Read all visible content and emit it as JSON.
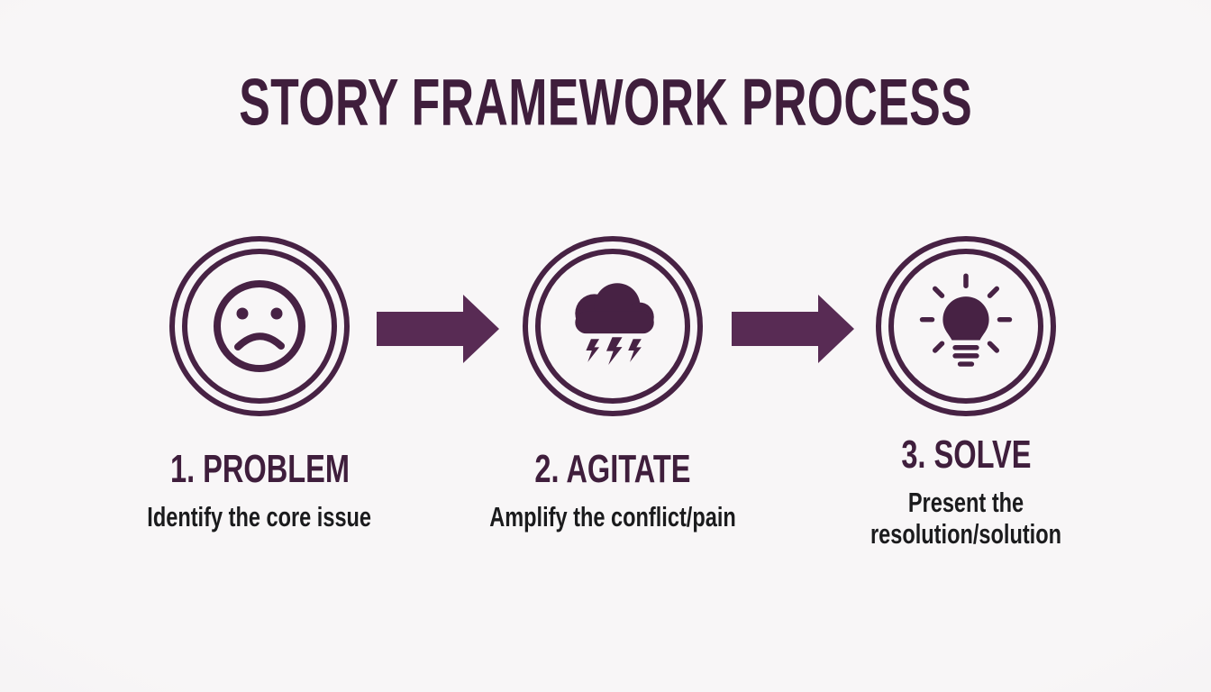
{
  "title": "STORY FRAMEWORK PROCESS",
  "colors": {
    "accent": "#472244",
    "arrow": "#582B54",
    "title": "#3F1E3C",
    "text": "#1B1B1D",
    "background": "#F6F4F5"
  },
  "steps": [
    {
      "label": "1. PROBLEM",
      "description": "Identify the core issue",
      "icon": "sad-face-icon"
    },
    {
      "label": "2. AGITATE",
      "description": "Amplify the conflict/pain",
      "icon": "storm-cloud-lightning-icon"
    },
    {
      "label": "3. SOLVE",
      "description": "Present the resolution/solution",
      "icon": "lightbulb-icon"
    }
  ]
}
